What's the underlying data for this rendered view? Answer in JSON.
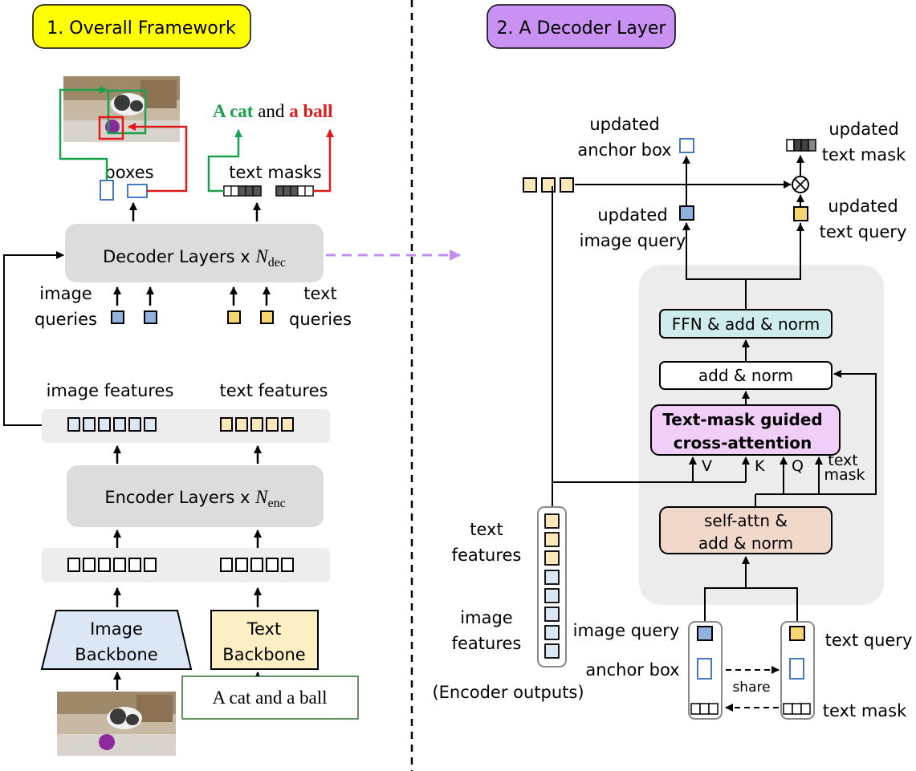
{
  "left_panel": {
    "badge": "1. Overall Framework",
    "caption_prefix": "A cat",
    "caption_mid": " and ",
    "caption_suffix": "a ball",
    "boxes_label": "boxes",
    "text_masks_label": "text masks",
    "decoder_label": "Decoder Layers x ",
    "decoder_sym": "N",
    "decoder_sub": "dec",
    "image_queries_1": "image",
    "image_queries_2": "queries",
    "text_queries_1": "text",
    "text_queries_2": "queries",
    "image_features_label": "image features",
    "text_features_label": "text features",
    "encoder_label": "Encoder Layers x ",
    "encoder_sym": "N",
    "encoder_sub": "enc",
    "image_backbone_1": "Image",
    "image_backbone_2": "Backbone",
    "text_backbone_1": "Text",
    "text_backbone_2": "Backbone",
    "input_text": "A cat and a ball"
  },
  "right_panel": {
    "badge": "2. A Decoder Layer",
    "updated_anchor_1": "updated",
    "updated_anchor_2": "anchor box",
    "updated_mask_1": "updated",
    "updated_mask_2": "text mask",
    "updated_img_q_1": "updated",
    "updated_img_q_2": "image query",
    "updated_txt_q_1": "updated",
    "updated_txt_q_2": "text query",
    "ffn": "FFN & add & norm",
    "add_norm": "add & norm",
    "cross_attn_1": "Text-mask guided",
    "cross_attn_2": "cross-attention",
    "v": "V",
    "k": "K",
    "q": "Q",
    "text_mask_in_1": "text",
    "text_mask_in_2": "mask",
    "self_attn_1": "self-attn &",
    "self_attn_2": "add & norm",
    "text_features_1": "text",
    "text_features_2": "features",
    "image_features_1": "image",
    "image_features_2": "features",
    "encoder_outputs": "(Encoder outputs)",
    "image_query": "image query",
    "anchor_box": "anchor box",
    "share": "share",
    "text_query": "text query",
    "text_mask": "text mask",
    "otimes": "⊗"
  },
  "colors": {
    "badge_yellow": "#ffff00",
    "badge_purple": "#c992f2",
    "query_blue": "#8fb3dc",
    "query_yellow": "#f7d571",
    "text_feat": "#fbe8b8",
    "image_feat": "#dbe7f3",
    "green": "#1aa14f",
    "red": "#e01919",
    "ffn_fill": "#cdeceb",
    "cross_fill": "#f0cef7",
    "self_fill": "#f1d8cb",
    "backbone_blue": "#dbe7f4",
    "backbone_yellow": "#fdefc4"
  }
}
